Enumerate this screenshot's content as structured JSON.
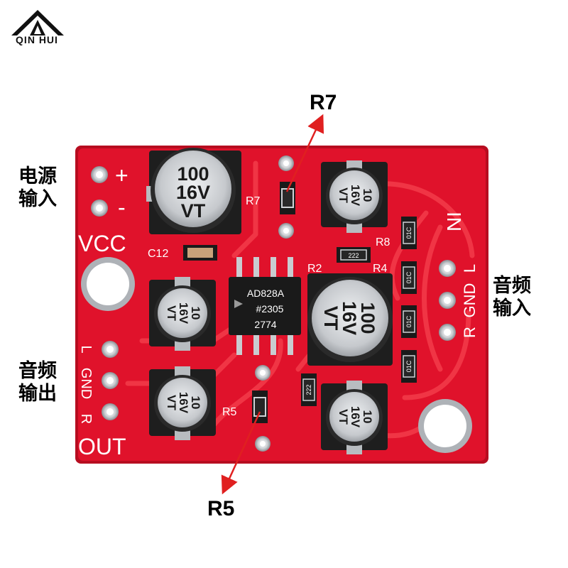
{
  "brand": {
    "name": "QIN HUI"
  },
  "annotations": {
    "power_input": [
      "电源",
      "输入"
    ],
    "audio_output": [
      "音频",
      "输出"
    ],
    "audio_input": [
      "音频",
      "输入"
    ],
    "callout_top": "R7",
    "callout_bottom": "R5"
  },
  "silkscreen": {
    "plus": "+",
    "minus": "-",
    "vcc": "VCC",
    "c12": "C12",
    "r7": "R7",
    "r8": "R8",
    "r4": "R4",
    "r2": "R2",
    "r5": "R5",
    "in": "IN",
    "l": "L",
    "gnd": "GND",
    "r": "R",
    "out": "OUT",
    "out_l": "L",
    "out_gnd": "GND",
    "out_r": "R",
    "res_222": "222",
    "res_01c": "01C"
  },
  "chip": {
    "line1": "AD828A",
    "line2": "#2305",
    "line3": "2774"
  },
  "caps": {
    "big": {
      "value": "100",
      "voltage": "16V",
      "series": "VT"
    },
    "small": {
      "value": "10",
      "voltage": "16V",
      "series": "VT"
    }
  },
  "colors": {
    "pcb": "#e0122b",
    "pcb_dark": "#b70d20",
    "trace": "#f03545",
    "arrow": "#e02020",
    "silver": "#c9ccd0"
  }
}
